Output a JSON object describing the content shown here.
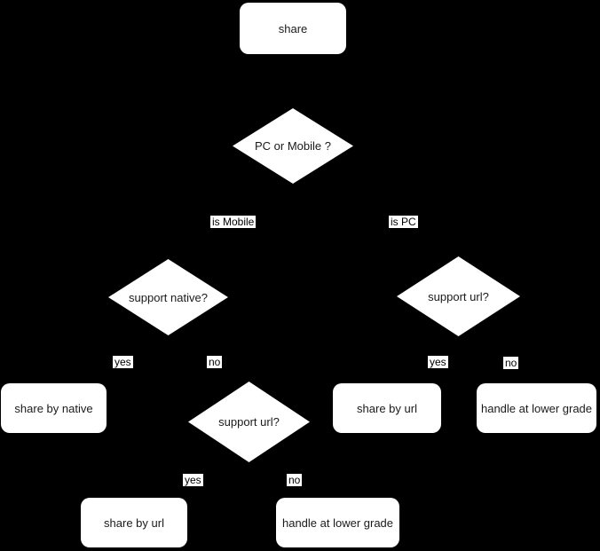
{
  "flowchart": {
    "background_color": "#000000",
    "shape_fill_color": "#ffffff",
    "shape_text_color": "#1a1a1a",
    "edge_label_bg_color": "#ffffff",
    "edge_label_text_color": "#000000",
    "nodes": [
      {
        "id": "share",
        "shape": "rounded-rectangle",
        "label": "share"
      },
      {
        "id": "pc-or-mobile",
        "shape": "diamond",
        "label": "PC or Mobile ?"
      },
      {
        "id": "support-native",
        "shape": "diamond",
        "label": "support native?"
      },
      {
        "id": "support-url-right",
        "shape": "diamond",
        "label": "support url?"
      },
      {
        "id": "share-by-native",
        "shape": "rounded-rectangle",
        "label": "share by native"
      },
      {
        "id": "support-url-mid",
        "shape": "diamond",
        "label": "support url?"
      },
      {
        "id": "share-by-url-right",
        "shape": "rounded-rectangle",
        "label": "share by url"
      },
      {
        "id": "handle-at-lower-grade-right",
        "shape": "rounded-rectangle",
        "label": "handle at lower grade"
      },
      {
        "id": "share-by-url-bottom",
        "shape": "rounded-rectangle",
        "label": "share by url"
      },
      {
        "id": "handle-at-lower-grade-bottom",
        "shape": "rounded-rectangle",
        "label": "handle at lower grade"
      }
    ],
    "edge_labels": [
      {
        "id": "is-mobile",
        "label": "is Mobile"
      },
      {
        "id": "is-pc",
        "label": "is PC"
      },
      {
        "id": "support-native-yes",
        "label": "yes"
      },
      {
        "id": "support-native-no",
        "label": "no"
      },
      {
        "id": "support-url-right-yes",
        "label": "yes"
      },
      {
        "id": "support-url-right-no",
        "label": "no"
      },
      {
        "id": "support-url-mid-yes",
        "label": "yes"
      },
      {
        "id": "support-url-mid-no",
        "label": "no"
      }
    ]
  }
}
